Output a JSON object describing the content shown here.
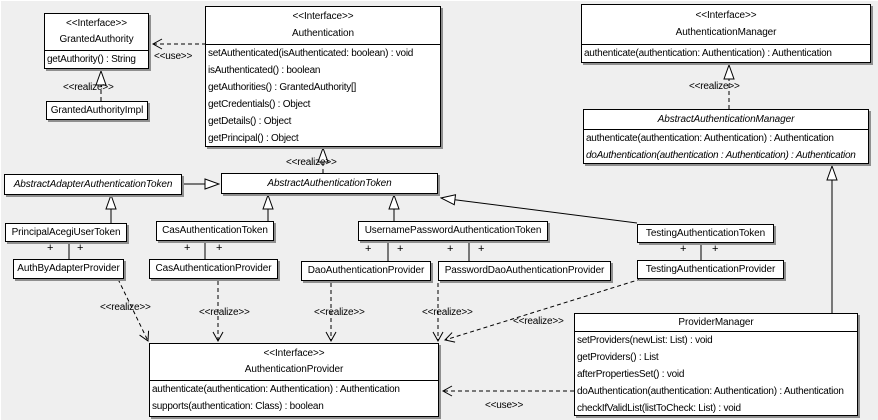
{
  "diagram": {
    "stereotype_interface": "<<Interface>>",
    "classes": {
      "granted_authority": {
        "name": "GrantedAuthority",
        "methods": [
          "getAuthority() : String"
        ]
      },
      "granted_authority_impl": {
        "name": "GrantedAuthorityImpl"
      },
      "authentication": {
        "name": "Authentication",
        "methods": [
          "setAuthenticated(isAuthenticated: boolean) : void",
          "isAuthenticated() : boolean",
          "getAuthorities() : GrantedAuthority[]",
          "getCredentials() : Object",
          "getDetails() : Object",
          "getPrincipal() : Object"
        ]
      },
      "authentication_manager": {
        "name": "AuthenticationManager",
        "methods": [
          "authenticate(authentication: Authentication) : Authentication"
        ]
      },
      "abstract_authentication_manager": {
        "name": "AbstractAuthenticationManager",
        "methods": [
          "authenticate(authentication: Authentication) : Authentication",
          "doAuthentication(authentication : Authentication) : Authentication"
        ]
      },
      "abstract_adapter_authentication_token": {
        "name": "AbstractAdapterAuthenticationToken"
      },
      "abstract_authentication_token": {
        "name": "AbstractAuthenticationToken"
      },
      "principal_acegi_user_token": {
        "name": "PrincipalAcegiUserToken"
      },
      "cas_authentication_token": {
        "name": "CasAuthenticationToken"
      },
      "username_password_authentication_token": {
        "name": "UsernamePasswordAuthenticationToken"
      },
      "testing_authentication_token": {
        "name": "TestingAuthenticationToken"
      },
      "auth_by_adapter_provider": {
        "name": "AuthByAdapterProvider"
      },
      "cas_authentication_provider": {
        "name": "CasAuthenticationProvider"
      },
      "dao_authentication_provider": {
        "name": "DaoAuthenticationProvider"
      },
      "password_dao_authentication_provider": {
        "name": "PasswordDaoAuthenticationProvider"
      },
      "testing_authentication_provider": {
        "name": "TestingAuthenticationProvider"
      },
      "authentication_provider": {
        "name": "AuthenticationProvider",
        "methods": [
          "authenticate(authentication: Authentication) : Authentication",
          "supports(authentication: Class) : boolean"
        ]
      },
      "provider_manager": {
        "name": "ProviderManager",
        "methods": [
          "setProviders(newList: List) : void",
          "getProviders() : List",
          "afterPropertiesSet() : void",
          "doAuthentication(authentication: Authentication) : Authentication",
          "checkIfValidList(listToCheck: List) : void"
        ]
      }
    },
    "edge_labels": {
      "use_granted": "<<use>>",
      "realize_granted": "<<realize>>",
      "realize_token": "<<realize>>",
      "realize_manager": "<<realize>>",
      "realize_adapter_provider": "<<realize>>",
      "realize_cas_provider": "<<realize>>",
      "realize_dao_provider": "<<realize>>",
      "realize_password_dao_provider": "<<realize>>",
      "realize_testing_provider": "<<realize>>",
      "use_provider_manager": "<<use>>",
      "plus": "+"
    }
  }
}
